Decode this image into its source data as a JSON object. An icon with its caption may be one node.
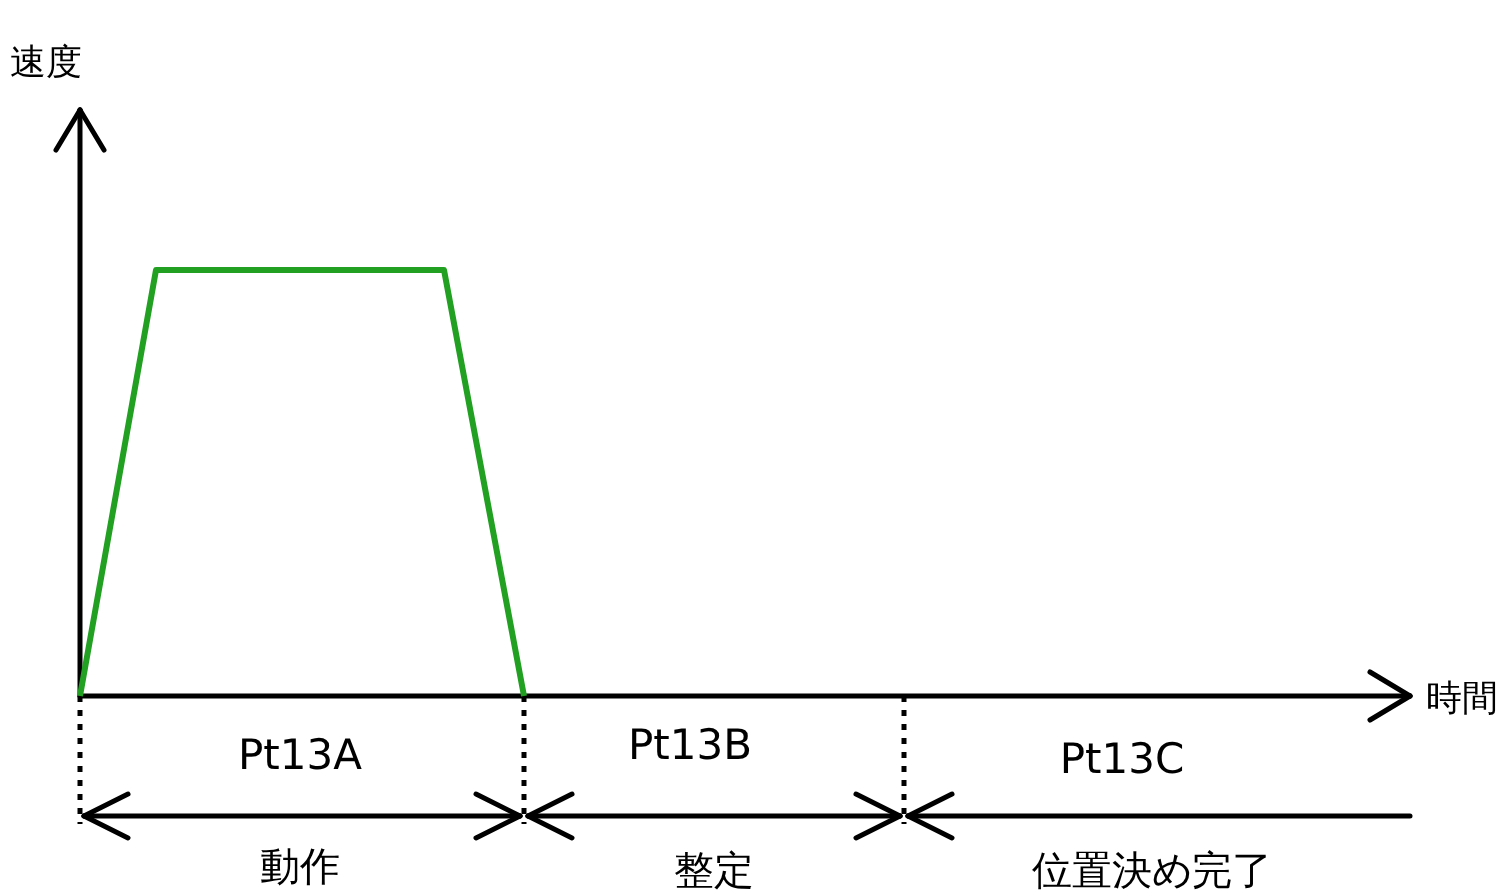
{
  "diagram": {
    "labels": [
      "速度",
      "時間",
      "Pt13A",
      "Pt13B",
      "Pt13C",
      "動作",
      "整定",
      "位置決め完了"
    ]
  }
}
